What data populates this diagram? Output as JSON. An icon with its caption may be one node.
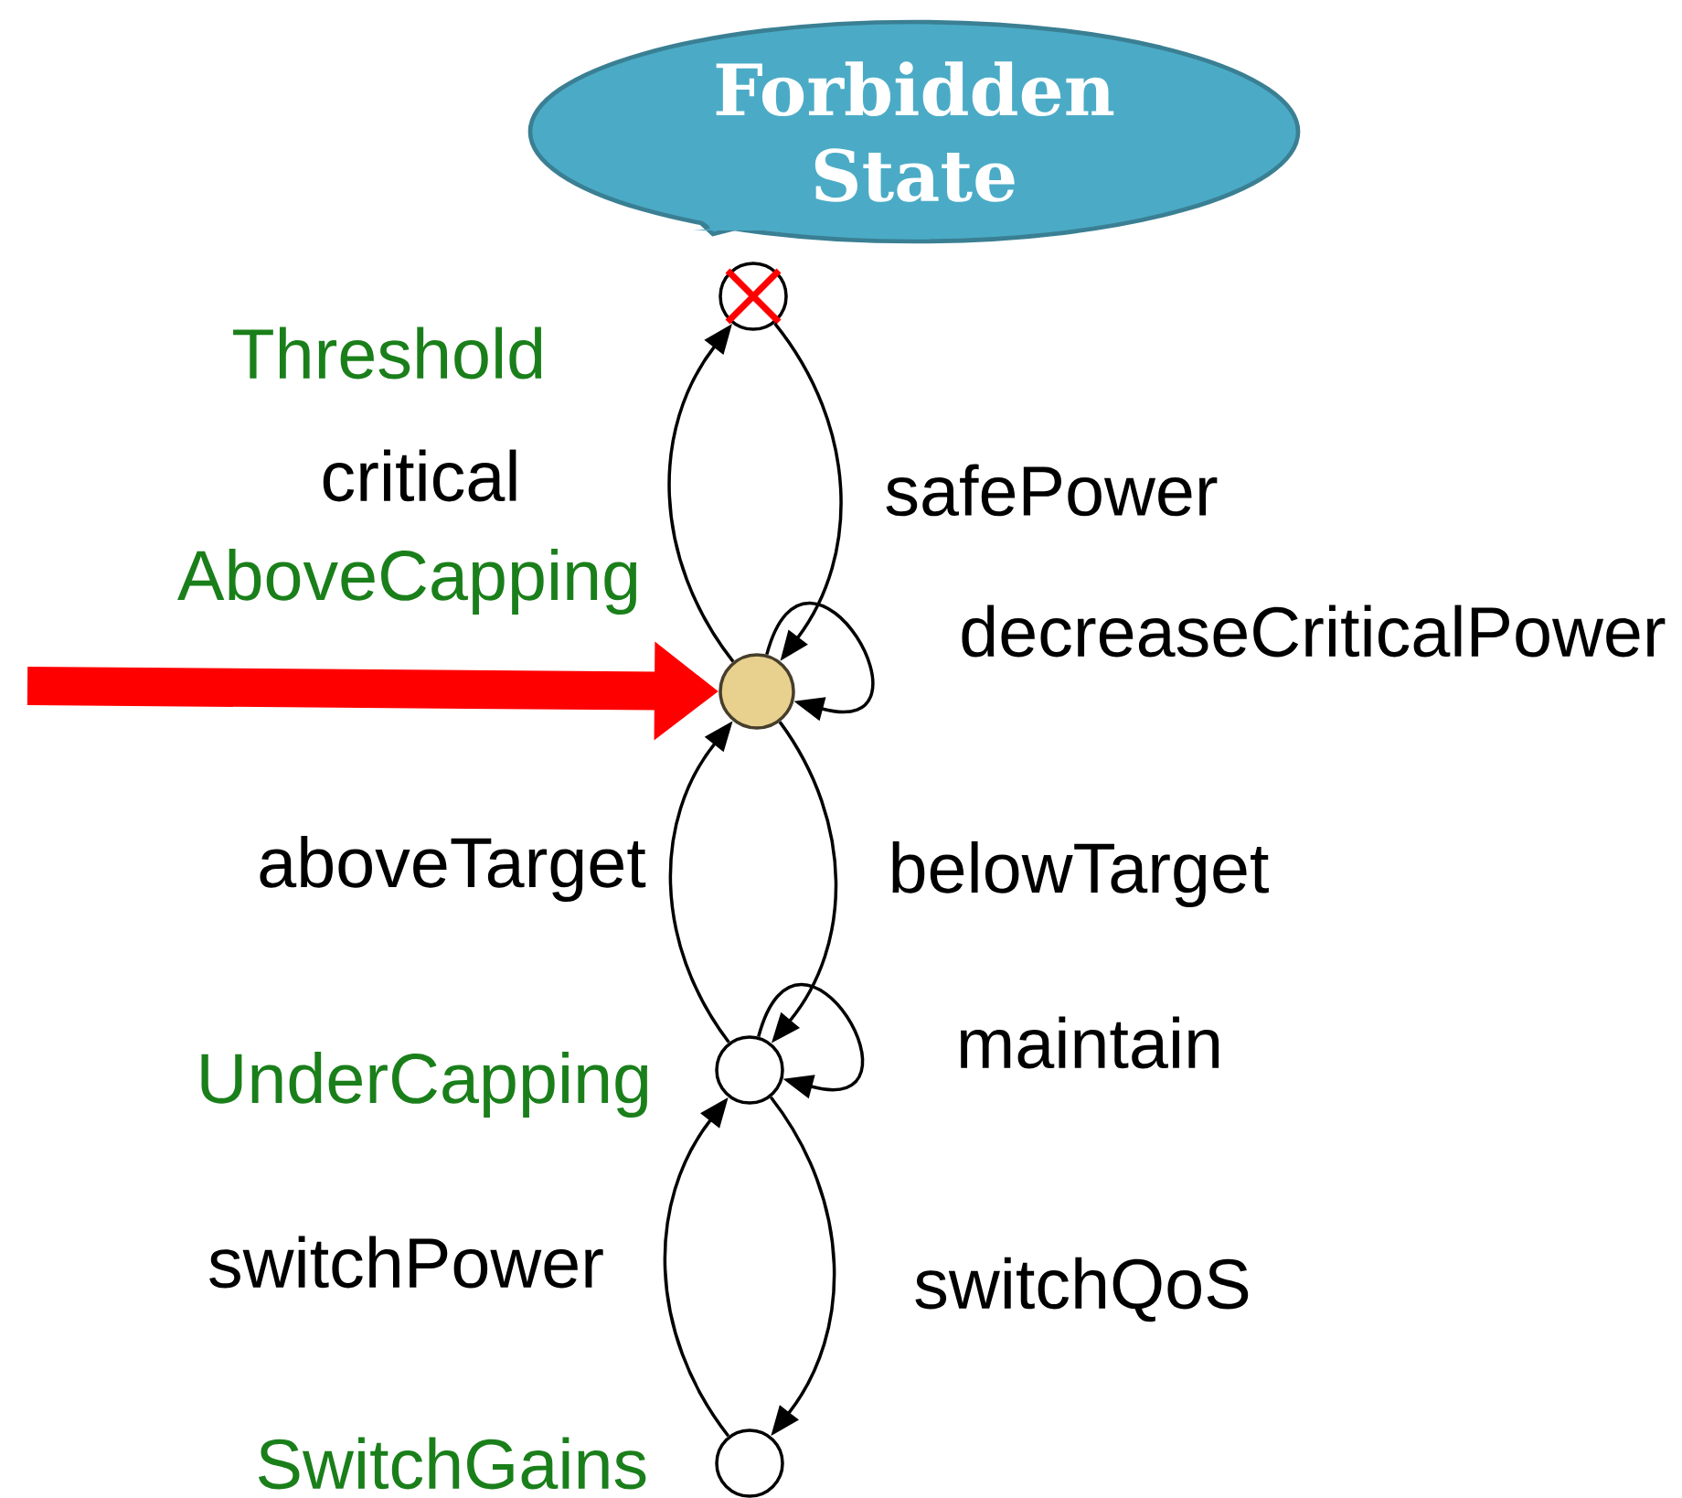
{
  "diagram": {
    "nodes": [
      {
        "text": [
          "Forbidden State"
        ]
      },
      {
        "text": [],
        "shape": "circle"
      },
      {
        "text": [],
        "shape": "circle",
        "beside": [
          "AboveCapping"
        ]
      },
      {
        "text": [],
        "shape": "circle",
        "beside": [
          "UnderCapping"
        ]
      },
      {
        "text": [],
        "shape": "circle",
        "beside": [
          "SwitchGains"
        ]
      }
    ],
    "edges": [
      {
        "from": 2,
        "to": 1,
        "arrow": "to",
        "label": "critical"
      },
      {
        "from": 1,
        "to": 2,
        "arrow": "to",
        "label": "safePower"
      },
      {
        "from": 2,
        "to": 2,
        "arrow": "to",
        "label": "decreaseCriticalPower"
      },
      {
        "from": 3,
        "to": 2,
        "arrow": "to",
        "label": "aboveTarget"
      },
      {
        "from": 2,
        "to": 3,
        "arrow": "to",
        "label": "belowTarget"
      },
      {
        "from": 3,
        "to": 3,
        "arrow": "to",
        "label": "maintain"
      },
      {
        "from": 4,
        "to": 3,
        "arrow": "to",
        "label": "switchPower"
      },
      {
        "from": 3,
        "to": 4,
        "arrow": "to",
        "label": "switchQoS"
      },
      {
        "from": null,
        "to": 2,
        "arrow": "to",
        "style": "thick",
        "color": "#ff0000"
      }
    ],
    "labels": [
      "Threshold"
    ]
  }
}
